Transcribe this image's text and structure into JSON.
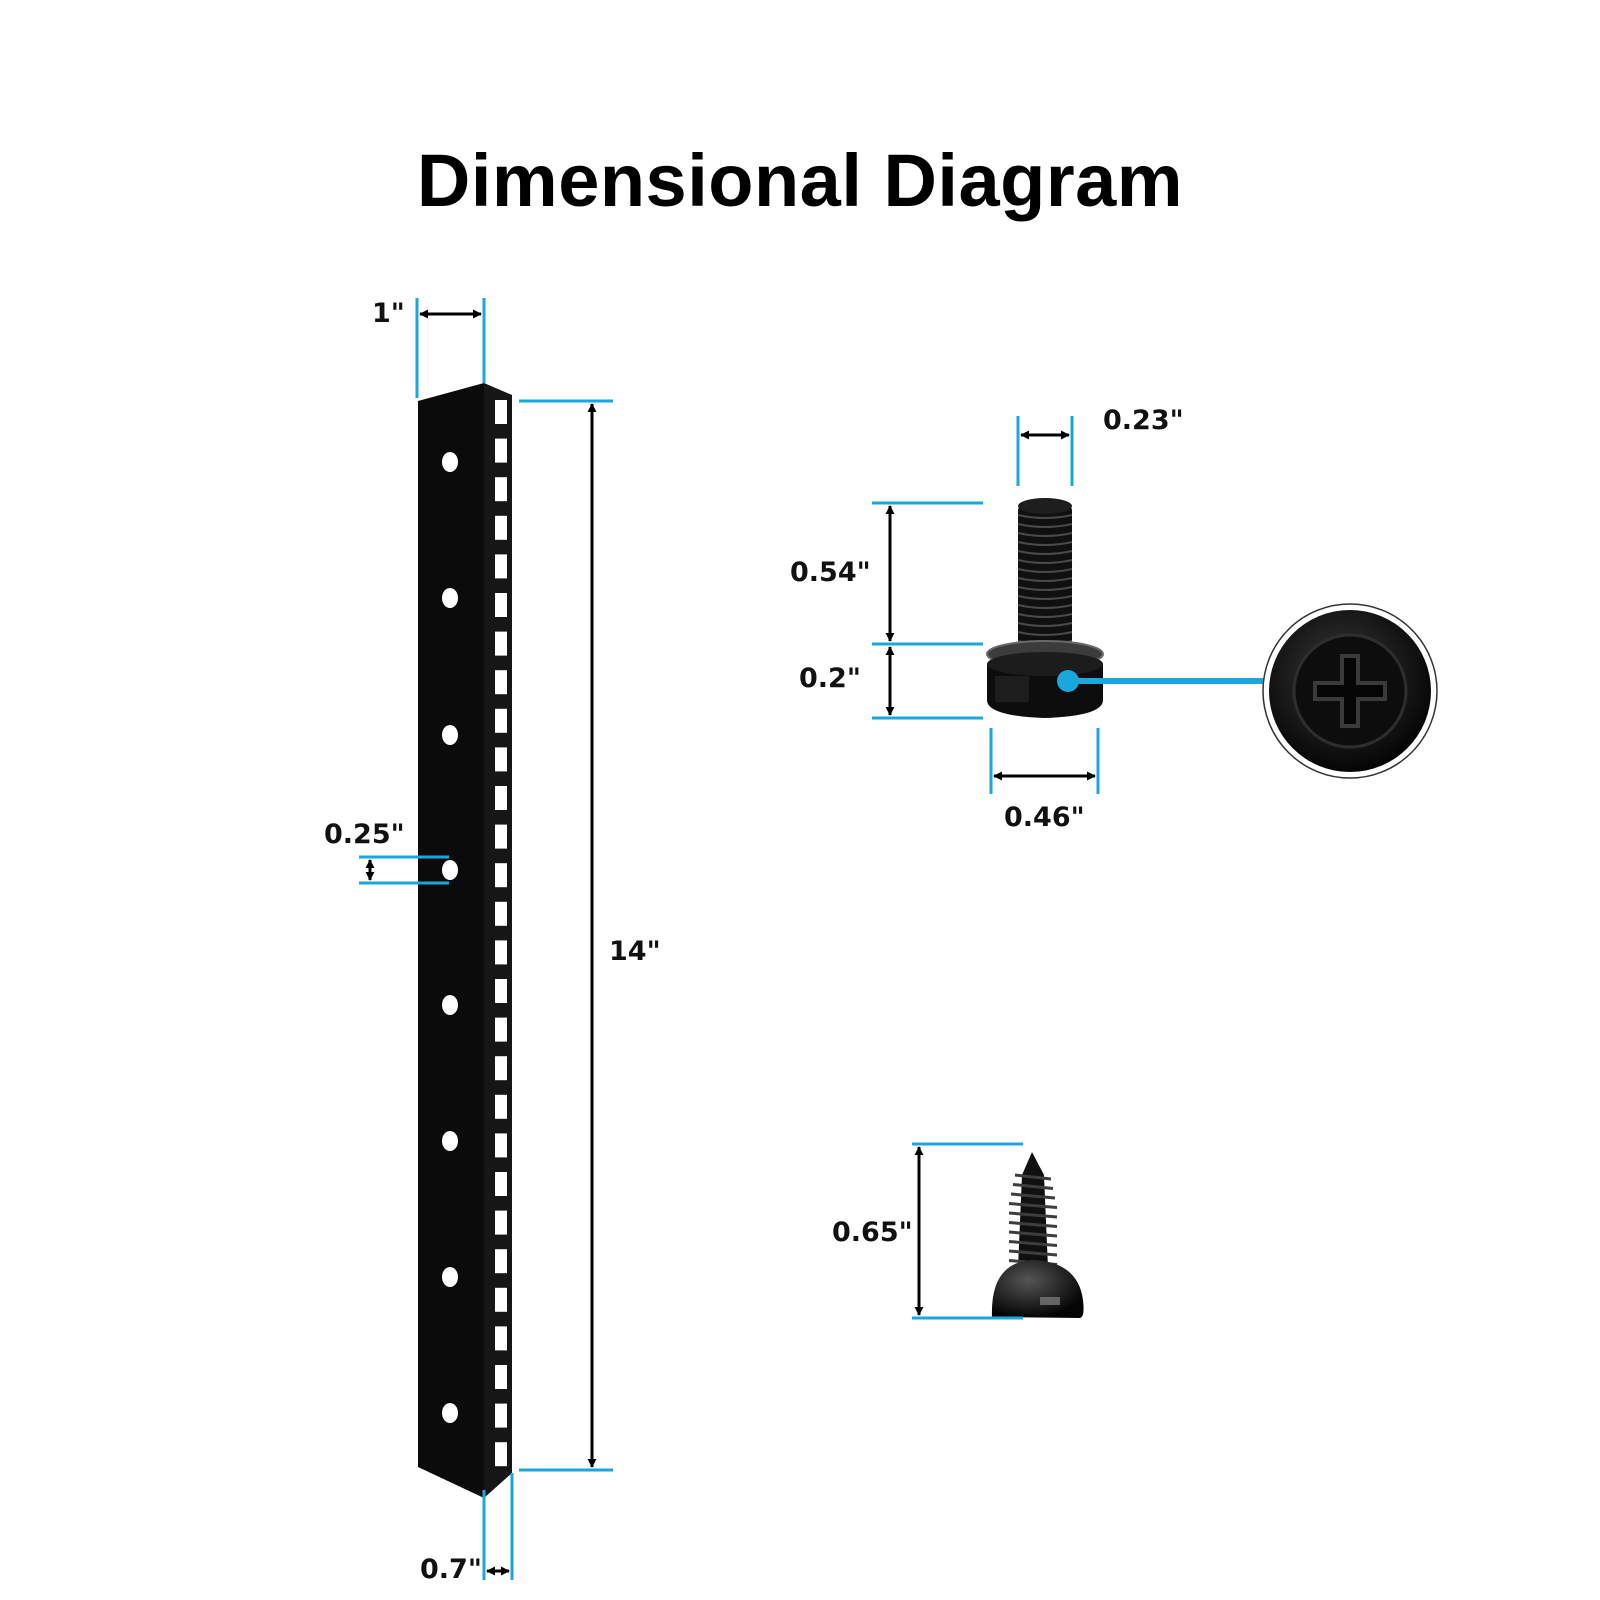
{
  "title": "Dimensional Diagram",
  "colors": {
    "guide": "#1aa7dd",
    "arrow": "#000000",
    "metal": "#0b0b0b",
    "hole": "#ffffff"
  },
  "rail": {
    "width_label": "1\"",
    "length_label": "14\"",
    "hole_label": "0.25\"",
    "flange_label": "0.7\""
  },
  "screw": {
    "shaft_width_label": "0.23\"",
    "thread_length_label": "0.54\"",
    "head_height_label": "0.2\"",
    "head_width_label": "0.46\"",
    "detail": "phillips-head-detail"
  },
  "tapping_screw": {
    "length_label": "0.65\""
  }
}
